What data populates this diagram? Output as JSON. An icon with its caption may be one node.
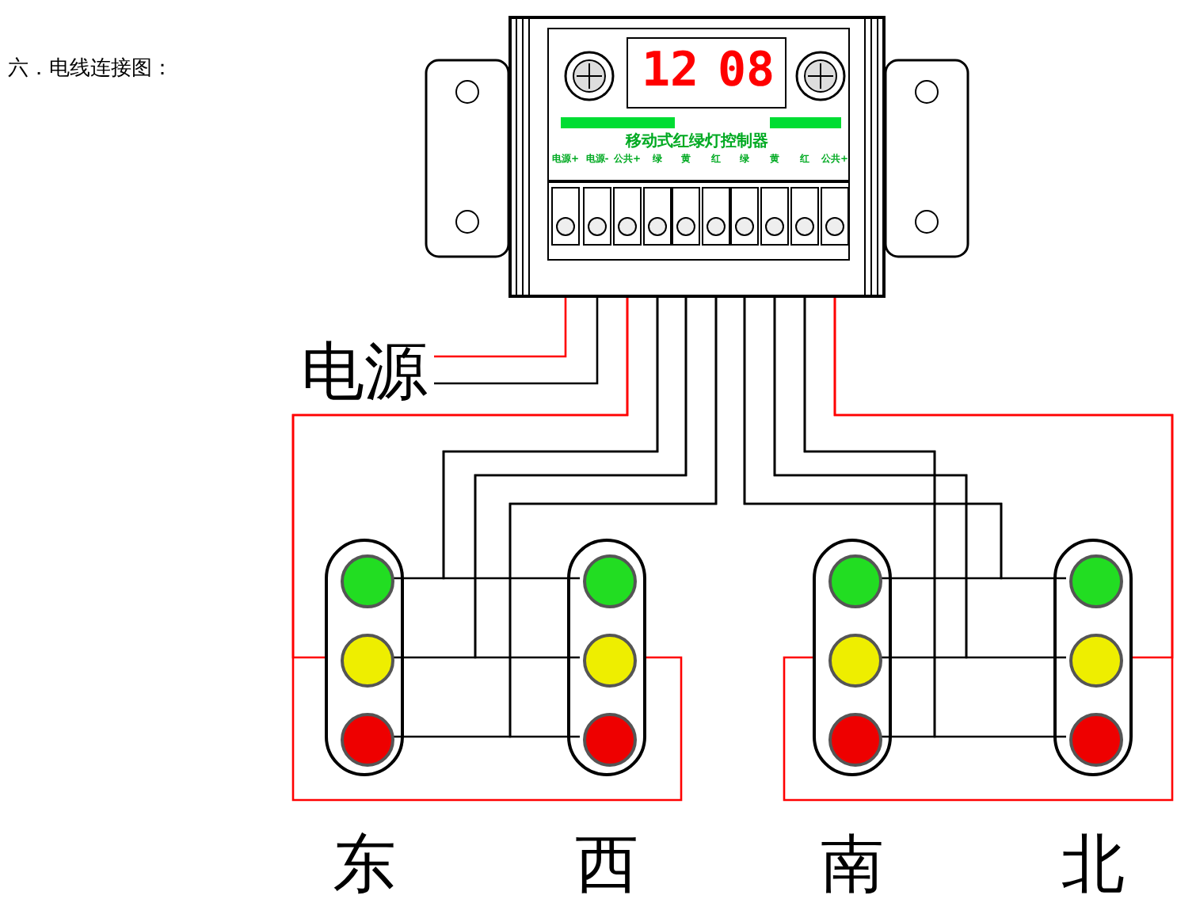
{
  "diagram": {
    "title": "六．电线连接图：",
    "nodes": [
      {
        "text": [
          "移动式红绿灯控制器"
        ]
      },
      {
        "text": [],
        "shape": "box",
        "in": 0,
        "beside": [
          "电源+"
        ]
      },
      {
        "text": [],
        "shape": "box",
        "in": 0,
        "beside": [
          "电源-"
        ]
      },
      {
        "text": [],
        "shape": "box",
        "in": 0,
        "beside": [
          "公共+"
        ]
      },
      {
        "text": [],
        "shape": "box",
        "in": 0,
        "beside": [
          "绿"
        ]
      },
      {
        "text": [],
        "shape": "box",
        "in": 0,
        "beside": [
          "黄"
        ]
      },
      {
        "text": [],
        "shape": "box",
        "in": 0,
        "beside": [
          "红"
        ]
      },
      {
        "text": [],
        "shape": "box",
        "in": 0,
        "beside": [
          "绿"
        ]
      },
      {
        "text": [],
        "shape": "box",
        "in": 0,
        "beside": [
          "黄"
        ]
      },
      {
        "text": [],
        "shape": "box",
        "in": 0,
        "beside": [
          "红"
        ]
      },
      {
        "text": [],
        "shape": "box",
        "in": 0,
        "beside": [
          "公共+"
        ]
      },
      {
        "text": [
          "电源"
        ]
      },
      {
        "text": [],
        "shape": "box",
        "beside": [
          "东"
        ]
      },
      {
        "text": [],
        "shape": "circle",
        "in": 12
      },
      {
        "text": [],
        "shape": "circle",
        "in": 12
      },
      {
        "text": [],
        "shape": "circle",
        "in": 12
      },
      {
        "text": [],
        "shape": "box",
        "beside": [
          "西"
        ]
      },
      {
        "text": [],
        "shape": "circle",
        "in": 16
      },
      {
        "text": [],
        "shape": "circle",
        "in": 16
      },
      {
        "text": [],
        "shape": "circle",
        "in": 16
      },
      {
        "text": [],
        "shape": "box",
        "beside": [
          "南"
        ]
      },
      {
        "text": [],
        "shape": "circle",
        "in": 20
      },
      {
        "text": [],
        "shape": "circle",
        "in": 20
      },
      {
        "text": [],
        "shape": "circle",
        "in": 20
      },
      {
        "text": [],
        "shape": "box",
        "beside": [
          "北"
        ]
      },
      {
        "text": [],
        "shape": "circle",
        "in": 24
      },
      {
        "text": [],
        "shape": "circle",
        "in": 24
      },
      {
        "text": [],
        "shape": "circle",
        "in": 24
      }
    ],
    "edges": [
      {
        "from": 1,
        "to": 11,
        "arrow": "none",
        "color": "#ff0000"
      },
      {
        "from": 2,
        "to": 11,
        "arrow": "none"
      },
      {
        "from": 3,
        "to": 12,
        "arrow": "none",
        "color": "#ff0000"
      },
      {
        "from": 3,
        "to": 16,
        "arrow": "none",
        "color": "#ff0000"
      },
      {
        "from": 4,
        "to": 13,
        "arrow": "none"
      },
      {
        "from": 4,
        "to": 17,
        "arrow": "none"
      },
      {
        "from": 5,
        "to": 14,
        "arrow": "none"
      },
      {
        "from": 5,
        "to": 18,
        "arrow": "none"
      },
      {
        "from": 6,
        "to": 15,
        "arrow": "none"
      },
      {
        "from": 6,
        "to": 19,
        "arrow": "none"
      },
      {
        "from": 10,
        "to": 20,
        "arrow": "none",
        "color": "#ff0000"
      },
      {
        "from": 10,
        "to": 24,
        "arrow": "none",
        "color": "#ff0000"
      },
      {
        "from": 7,
        "to": 21,
        "arrow": "none"
      },
      {
        "from": 7,
        "to": 25,
        "arrow": "none"
      },
      {
        "from": 8,
        "to": 22,
        "arrow": "none"
      },
      {
        "from": 8,
        "to": 26,
        "arrow": "none"
      },
      {
        "from": 9,
        "to": 23,
        "arrow": "none"
      },
      {
        "from": 9,
        "to": 27,
        "arrow": "none"
      }
    ],
    "labels": [
      "12",
      "08"
    ]
  }
}
